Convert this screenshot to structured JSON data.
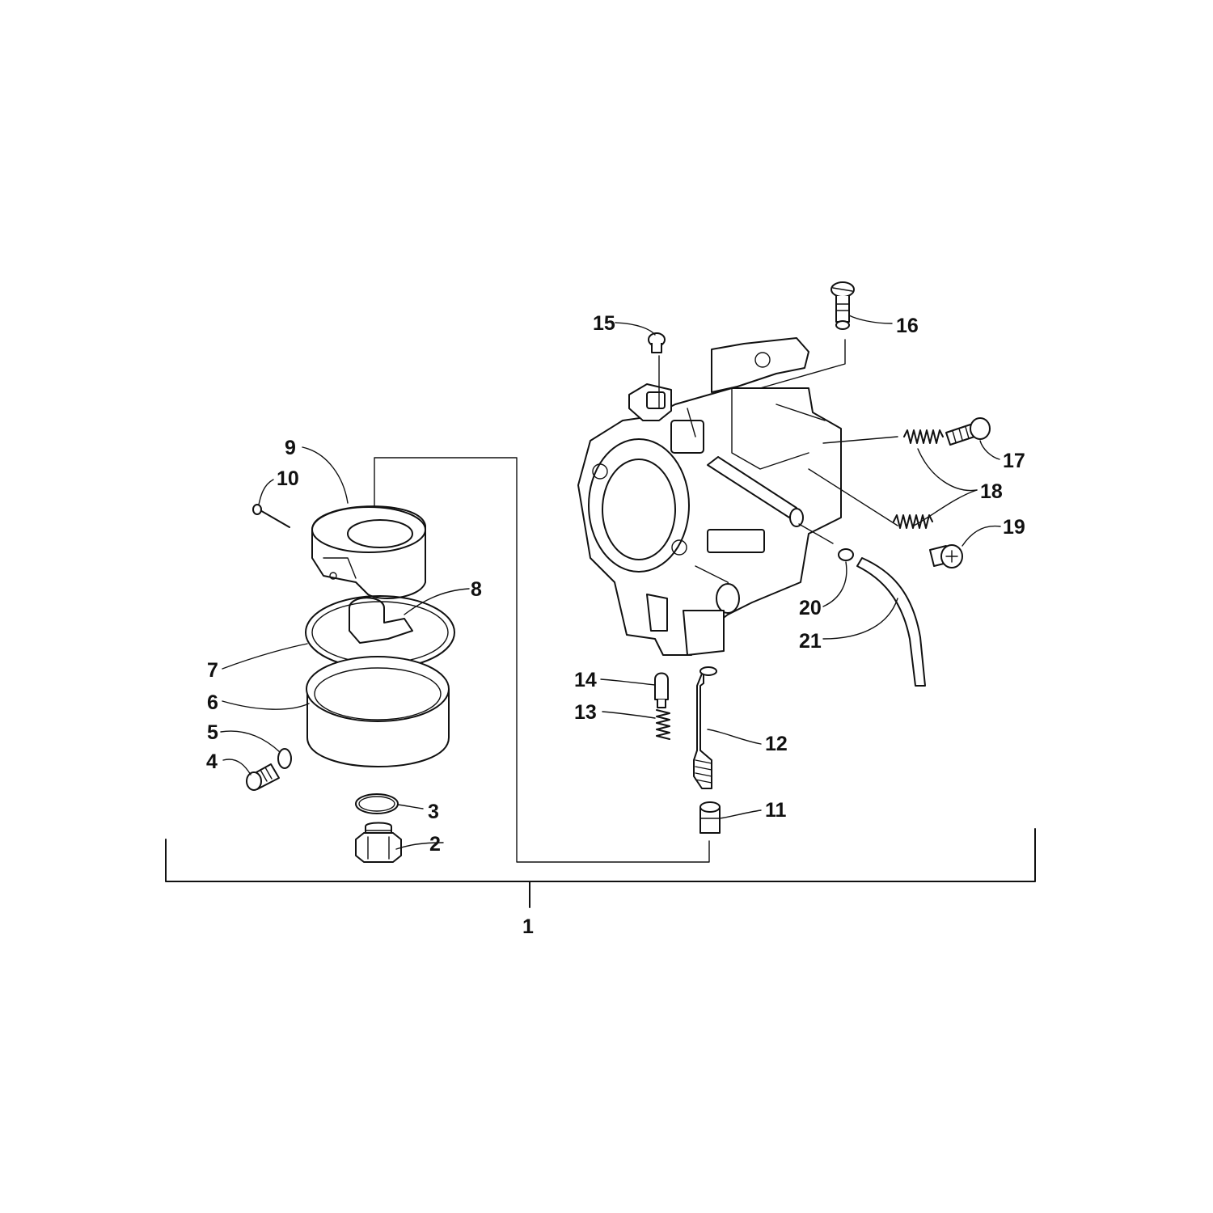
{
  "colors": {
    "line": "#111111",
    "background": "#ffffff"
  },
  "callouts": {
    "c1": "1",
    "c2": "2",
    "c3": "3",
    "c4": "4",
    "c5": "5",
    "c6": "6",
    "c7": "7",
    "c8": "8",
    "c9": "9",
    "c10": "10",
    "c11": "11",
    "c12": "12",
    "c13": "13",
    "c14": "14",
    "c15": "15",
    "c16": "16",
    "c17": "17",
    "c18": "18",
    "c19": "19",
    "c20": "20",
    "c21": "21"
  }
}
